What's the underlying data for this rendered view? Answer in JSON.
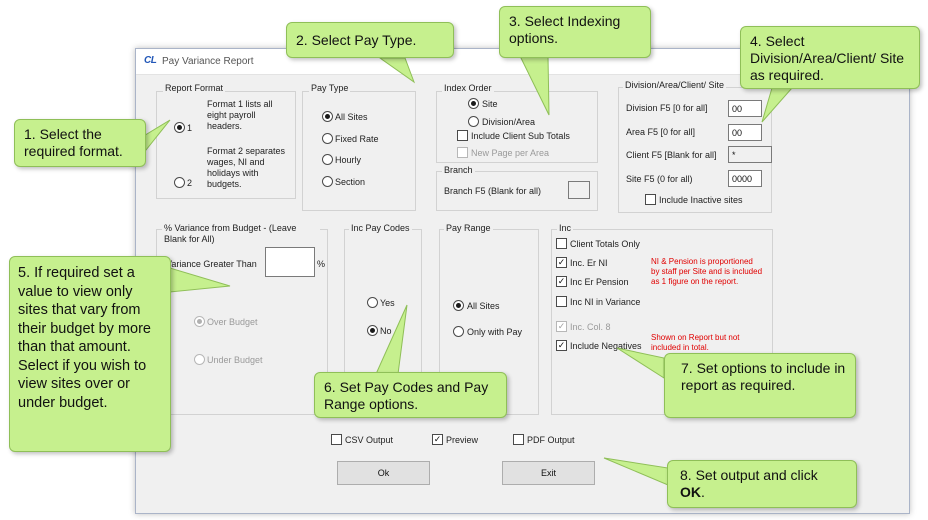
{
  "window": {
    "app_icon": "CL",
    "title": "Pay Variance Report"
  },
  "report_format": {
    "group_label": "Report Format",
    "option1_label": "1",
    "option1_desc": "Format 1 lists all eight payroll headers.",
    "option2_label": "2",
    "option2_desc": "Format 2 separates wages, NI and holidays with budgets.",
    "selected": "1"
  },
  "pay_type": {
    "group_label": "Pay Type",
    "options": [
      "All Sites",
      "Fixed Rate",
      "Hourly",
      "Section"
    ],
    "selected": "All Sites"
  },
  "index_order": {
    "group_label": "Index Order",
    "site_label": "Site",
    "division_label": "Division/Area",
    "include_sub_totals_label": "Include Client Sub Totals",
    "new_page_label": "New Page per Area",
    "selected": "Site"
  },
  "branch": {
    "group_label": "Branch",
    "field_label": "Branch  F5 (Blank for all)",
    "value": ""
  },
  "division_area": {
    "group_label": "Division/Area/Client/ Site",
    "division_label": "Division  F5 [0 for all]",
    "division_value": "00",
    "area_label": "Area  F5 [0 for all]",
    "area_value": "00",
    "client_label": "Client  F5 [Blank for all]",
    "client_value": "*",
    "site_label": "Site F5 (0 for all)",
    "site_value": "0000",
    "include_inactive_label": "Include Inactive sites"
  },
  "variance": {
    "group_label": "% Variance from Budget - (Leave Blank for All)",
    "greater_than_label": "Variance Greater Than",
    "value": "",
    "percent_sign": "%",
    "over_budget_label": "Over Budget",
    "under_budget_label": "Under Budget"
  },
  "inc_pay_codes": {
    "group_label": "Inc Pay Codes",
    "yes_label": "Yes",
    "no_label": "No",
    "selected": "No"
  },
  "pay_range": {
    "group_label": "Pay Range",
    "all_sites_label": "All Sites",
    "only_with_pay_label": "Only with Pay",
    "selected": "All Sites"
  },
  "inc": {
    "group_label": "Inc",
    "client_totals_label": "Client Totals Only",
    "er_ni_label": "Inc. Er NI",
    "er_pension_label": "Inc Er Pension",
    "ni_in_variance_label": "Inc NI in Variance",
    "col8_label": "Inc. Col. 8",
    "negatives_label": "Include Negatives",
    "note_ni_pension": "NI & Pension is proportioned by staff per Site and is included as 1 figure on the report.",
    "note_shown": "Shown on Report but not included in total."
  },
  "output": {
    "csv_label": "CSV Output",
    "preview_label": "Preview",
    "pdf_label": "PDF Output"
  },
  "buttons": {
    "ok_label": "Ok",
    "exit_label": "Exit"
  },
  "callouts": {
    "c1": "1. Select the required format.",
    "c2": "2. Select Pay Type.",
    "c3": "3. Select Indexing options.",
    "c4": "4. Select Division/Area/Client/ Site as required.",
    "c5": "5. If required set a value to view only sites that vary from their budget by more than that amount. Select if you wish to view sites over or under budget.",
    "c6": "6. Set Pay Codes and Pay Range options.",
    "c7": "7. Set options to include in report as required.",
    "c8_prefix": "8. Set output and click",
    "c8_bold": "OK",
    "c8_suffix": "."
  },
  "colors": {
    "callout_fill": "#c6f08e",
    "callout_border": "#8fbf58",
    "note_red": "#e00000",
    "dialog_bg": "#f0f0f0"
  }
}
